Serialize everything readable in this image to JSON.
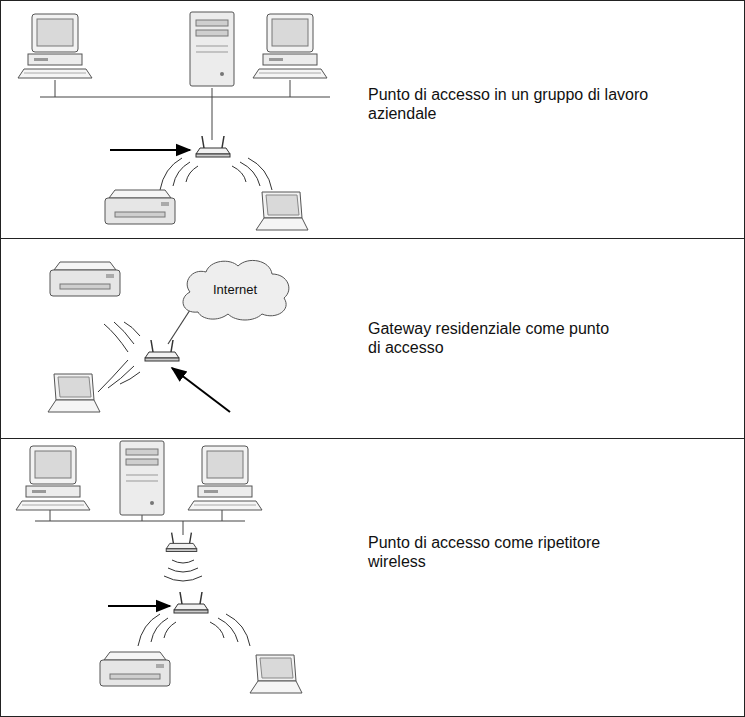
{
  "diagram": {
    "nodes": [
      {
        "text": [
          "Punto di accesso in un gruppo di lavoro aziendale"
        ]
      },
      {
        "text": [
          "Gateway residenziale come punto di accesso"
        ]
      },
      {
        "text": [
          "Internet"
        ],
        "in": 1
      },
      {
        "text": [
          "Punto di accesso come ripetitore wireless"
        ]
      }
    ]
  }
}
